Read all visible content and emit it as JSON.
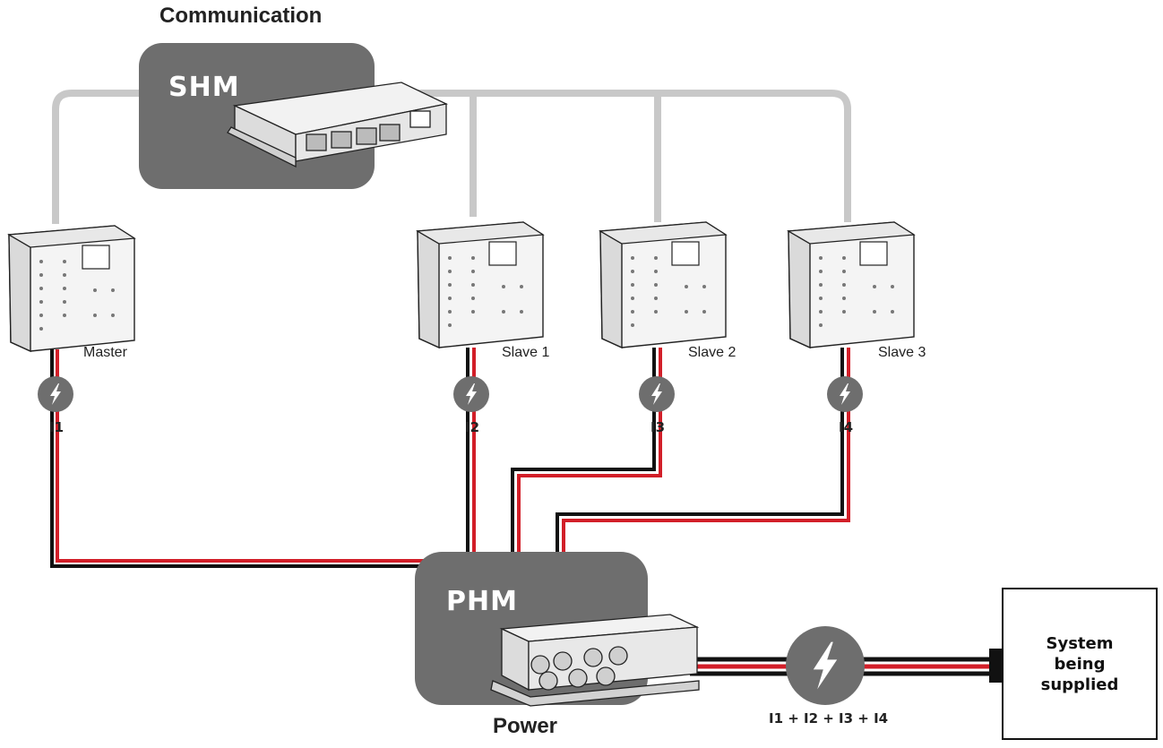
{
  "labels": {
    "communication": "Communication",
    "power": "Power"
  },
  "hubs": {
    "shm": "SHM",
    "phm": "PHM"
  },
  "units": [
    {
      "name": "Master",
      "current": "I1"
    },
    {
      "name": "Slave 1",
      "current": "I2"
    },
    {
      "name": "Slave 2",
      "current": "I3"
    },
    {
      "name": "Slave 3",
      "current": "I4"
    }
  ],
  "total_current": "I1 + I2 + I3 + I4",
  "system": {
    "label": "System\nbeing\nsupplied"
  },
  "colors": {
    "comm_line": "#c8c8c8",
    "hub_fill": "#6e6e6e",
    "cable_red": "#d21e28",
    "cable_black": "#111111",
    "bolt_circle": "#6e6e6e"
  },
  "icons": {
    "bolt": "lightning-bolt-icon"
  }
}
